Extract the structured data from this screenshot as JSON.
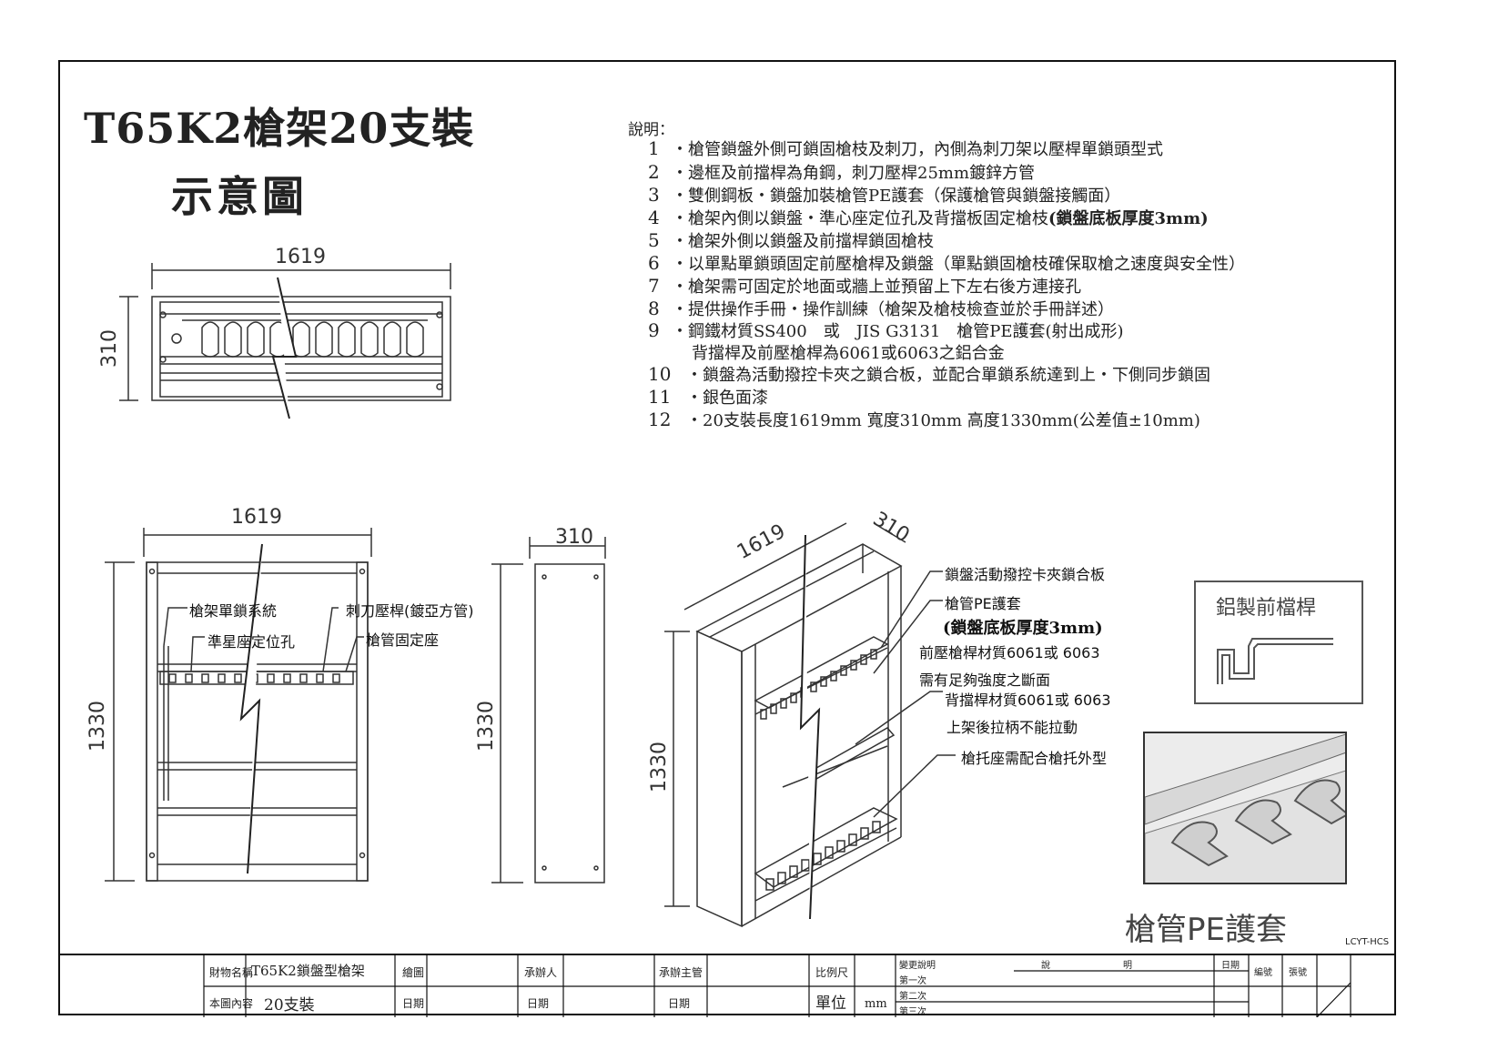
{
  "title": {
    "line1": "T65K2槍架20支裝",
    "line2": "示意圖"
  },
  "notes": {
    "heading": "說明：",
    "items": [
      {
        "num": "1",
        "text": "・槍管鎖盤外側可鎖固槍枝及刺刀，內側為刺刀架以壓桿單鎖頭型式",
        "bold": ""
      },
      {
        "num": "2",
        "text": "・邊框及前擋桿為角鋼，刺刀壓桿25mm鍍鋅方管",
        "bold": ""
      },
      {
        "num": "3",
        "text": "・雙側鋼板・鎖盤加裝槍管PE護套（保護槍管與鎖盤接觸面）",
        "bold": ""
      },
      {
        "num": "4",
        "text": "・槍架內側以鎖盤・準心座定位孔及背擋板固定槍枝",
        "bold": "(鎖盤底板厚度3mm)"
      },
      {
        "num": "5",
        "text": "・槍架外側以鎖盤及前擋桿鎖固槍枝",
        "bold": ""
      },
      {
        "num": "6",
        "text": "・以單點單鎖頭固定前壓槍桿及鎖盤（單點鎖固槍枝確保取槍之速度與安全性）",
        "bold": ""
      },
      {
        "num": "7",
        "text": "・槍架需可固定於地面或牆上並預留上下左右後方連接孔",
        "bold": ""
      },
      {
        "num": "8",
        "text": "・提供操作手冊・操作訓練（槍架及槍枝檢查並於手冊詳述）",
        "bold": ""
      },
      {
        "num": "9",
        "text": "・鋼鐵材質SS400　或　JIS G3131　槍管PE護套(射出成形)",
        "bold": ""
      },
      {
        "num": "",
        "text": "背擋桿及前壓槍桿為6061或6063之鋁合金",
        "bold": ""
      },
      {
        "num": "10",
        "text": "・鎖盤為活動撥控卡夾之鎖合板，並配合單鎖系統達到上・下側同步鎖固",
        "bold": ""
      },
      {
        "num": "11",
        "text": "・銀色面漆",
        "bold": ""
      },
      {
        "num": "12",
        "text": "・20支裝長度1619mm 寬度310mm 高度1330mm(公差值±10mm)",
        "bold": ""
      }
    ]
  },
  "dimensions": {
    "top_length": "1619",
    "top_depth": "310",
    "front_length": "1619",
    "front_height": "1330",
    "side_depth": "310",
    "side_height": "1330",
    "iso_length": "1619",
    "iso_depth": "310",
    "iso_height": "1330"
  },
  "front_labels": {
    "single_lock": "槍架單鎖系統",
    "bayonet_bar": "刺刀壓桿(鍍亞方管)",
    "sight_hole": "準星座定位孔",
    "barrel_seat": "槍管固定座"
  },
  "iso_labels": {
    "lock_plate": "鎖盤活動撥控卡夾鎖合板",
    "pe_sleeve": "槍管PE護套",
    "plate_thickness": "(鎖盤底板厚度3mm)",
    "front_bar_material": "前壓槍桿材質6061或 6063",
    "strength": "需有足夠強度之斷面",
    "back_bar_material": "背擋桿材質6061或 6063",
    "handle": "上架後拉柄不能拉動",
    "stock_seat": "槍托座需配合槍托外型"
  },
  "inset": {
    "alu_title": "鋁製前檔桿",
    "pe_caption": "槍管PE護套",
    "code": "LCYT-HCS"
  },
  "title_block": {
    "name_label": "財物名稱",
    "name_value": "T65K2鎖盤型槍架",
    "content_label": "本圖內容",
    "content_value": "20支裝",
    "draw_label": "繪圖",
    "date_label": "日期",
    "handler_label": "承辦人",
    "handler_date": "日期",
    "supervisor_label": "承辦主管",
    "supervisor_date": "日期",
    "scale_label": "比例尺",
    "unit_label": "單位",
    "unit_value": "mm",
    "change_label": "變更說明",
    "change1": "第一次",
    "change2": "第二次",
    "change3": "第三次",
    "desc_label": "說　　　　　　　　明",
    "date2_label": "日期",
    "number_label": "編號",
    "sheet_label": "張號"
  }
}
